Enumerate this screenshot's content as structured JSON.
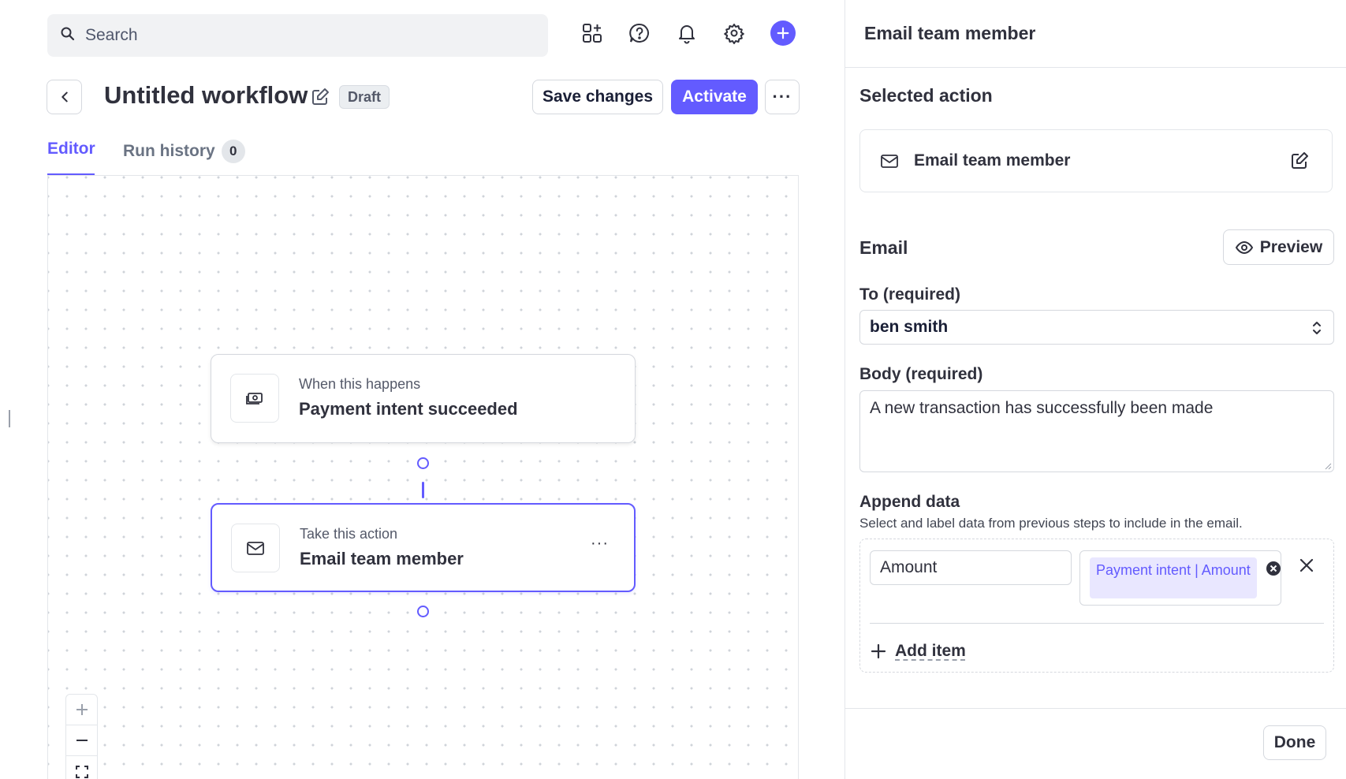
{
  "search": {
    "placeholder": "Search"
  },
  "topbar": {
    "icons": [
      "apps-add-icon",
      "help-icon",
      "bell-icon",
      "gear-icon",
      "plus-circle-icon"
    ],
    "accent": "#635bff"
  },
  "workflow": {
    "title": "Untitled workflow",
    "status": "Draft",
    "save_label": "Save changes",
    "activate_label": "Activate",
    "more_label": "···"
  },
  "tabs": [
    {
      "label": "Editor",
      "active": true
    },
    {
      "label": "Run history",
      "count": "0",
      "active": false
    }
  ],
  "canvas": {
    "trigger": {
      "subtitle": "When this happens",
      "title": "Payment intent succeeded",
      "icon": "payment-icon"
    },
    "action": {
      "subtitle": "Take this action",
      "title": "Email team member",
      "icon": "envelope-icon",
      "more_label": "···"
    }
  },
  "panel": {
    "title": "Email team member",
    "selected_action_heading": "Selected action",
    "selected_action_label": "Email team member",
    "email_heading": "Email",
    "preview_label": "Preview",
    "to_label": "To (required)",
    "to_value": "ben smith",
    "body_label": "Body (required)",
    "body_value": "A new transaction has successfully been made",
    "append_heading": "Append data",
    "append_help": "Select and label data from previous steps to include in the email.",
    "append_items": [
      {
        "label": "Amount",
        "value": "Payment intent | Amount"
      }
    ],
    "add_item_label": "Add item",
    "done_label": "Done"
  }
}
